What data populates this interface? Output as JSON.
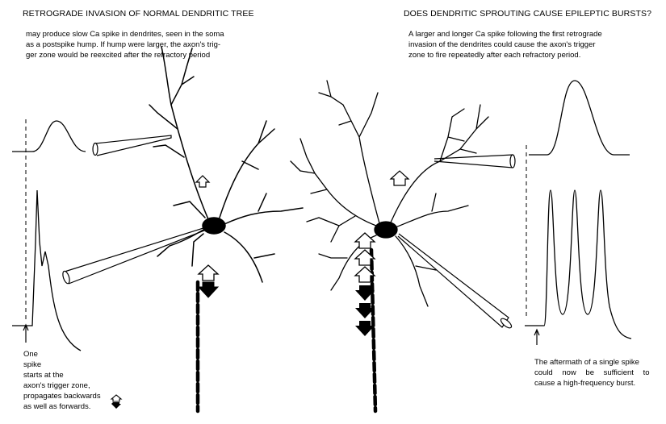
{
  "left_panel": {
    "title": "RETROGRADE INVASION OF NORMAL DENDRITIC TREE",
    "caption_lines": [
      "may produce slow Ca spike in dendrites, seen in the soma",
      "as a postspike hump. If hump were larger, the axon's trig-",
      "ger zone would be reexcited after the refractory period"
    ],
    "legend_lines": [
      "One",
      "spike",
      "starts at the",
      "axon's trigger zone,",
      "propagates backwards",
      "as well as forwards."
    ]
  },
  "right_panel": {
    "title": "DOES DENDRITIC SPROUTING CAUSE EPILEPTIC BURSTS?",
    "caption_lines": [
      "A larger and longer Ca spike following the first retrograde",
      "invasion of the dendrites could cause the axon's trigger",
      "zone to fire repeatedly after each refractory period."
    ],
    "footer_lines": [
      "The aftermath of a single spike",
      "could now be sufficient to",
      "cause a high-frequency burst."
    ]
  }
}
